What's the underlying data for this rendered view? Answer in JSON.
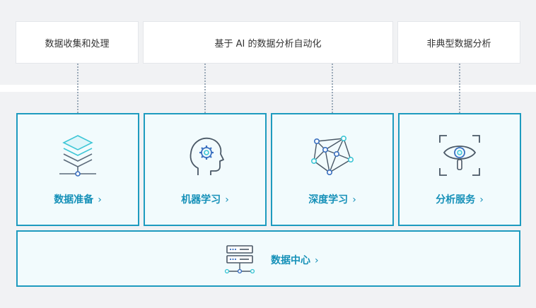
{
  "categories": [
    {
      "label": "数据收集和处理"
    },
    {
      "label": "基于 AI 的数据分析自动化"
    },
    {
      "label": "非典型数据分析"
    }
  ],
  "cards": [
    {
      "label": "数据准备",
      "icon": "layers-stack-icon"
    },
    {
      "label": "机器学习",
      "icon": "head-gear-icon"
    },
    {
      "label": "深度学习",
      "icon": "neural-network-icon"
    },
    {
      "label": "分析服务",
      "icon": "eye-scan-icon"
    }
  ],
  "data_center": {
    "label": "数据中心",
    "icon": "server-icon"
  },
  "chevron": "›",
  "colors": {
    "accent": "#1e9bbf",
    "label": "#1590b8",
    "card_bg": "#f2fbfd",
    "band_bg": "#f1f2f4"
  }
}
